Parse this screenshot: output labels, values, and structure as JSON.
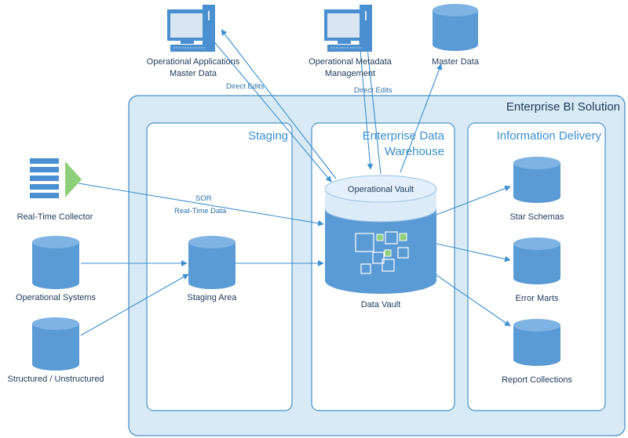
{
  "enterprise": {
    "title": "Enterprise BI Solution"
  },
  "panels": {
    "staging": "Staging",
    "edw_line1": "Enterprise Data",
    "edw_line2": "Warehouse",
    "info": "Information Delivery"
  },
  "computers": {
    "apps_line1": "Operational Applications",
    "apps_line2": "Master Data",
    "meta_line1": "Operational Metadata",
    "meta_line2": "Management"
  },
  "master_data": "Master Data",
  "edges": {
    "direct_edits_1": "Direct Edits",
    "direct_edits_2": "Direct Edits",
    "sor": "SOR",
    "realtime": "Real-Time Data"
  },
  "sources": {
    "realtime_collector": "Real-Time Collector",
    "operational_systems": "Operational Systems",
    "structured": "Structured / Unstructured"
  },
  "staging_area": "Staging Area",
  "vault": {
    "top": "Operational Vault",
    "bottom": "Data Vault"
  },
  "outputs": {
    "star": "Star Schemas",
    "error": "Error Marts",
    "report": "Report Collections"
  }
}
